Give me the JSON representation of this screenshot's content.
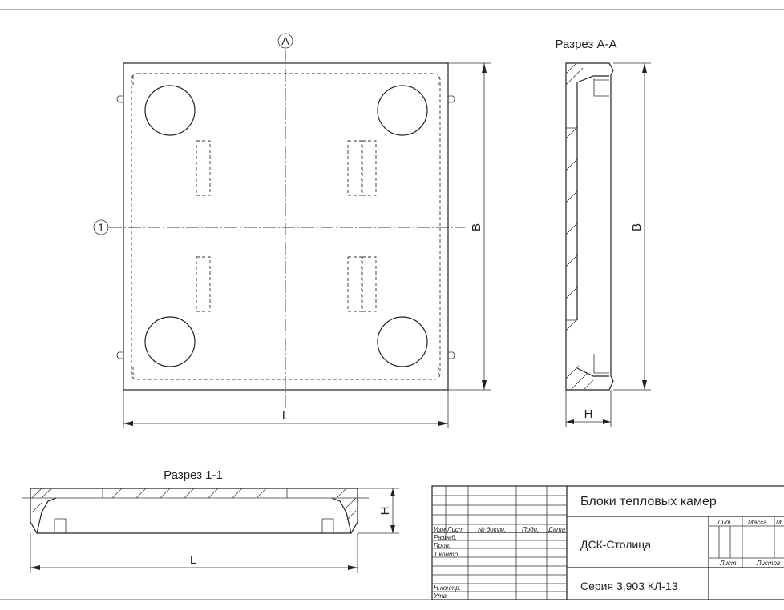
{
  "plan": {
    "axis_a_label": "A",
    "axis_1_label": "1",
    "dim_width_label": "L",
    "dim_height_label": "B"
  },
  "section_aa": {
    "title": "Разрез А-А",
    "dim_height_label": "B",
    "dim_thickness_label": "H"
  },
  "section_11": {
    "title": "Разрез 1-1",
    "dim_length_label": "L",
    "dim_thickness_label": "H"
  },
  "title_block": {
    "title": "Блоки тепловых камер",
    "organization": "ДСК-Столица",
    "series": "Серия 3,903 КЛ-13",
    "col_headers": [
      "Изм",
      "Лист",
      "№ докум.",
      "Подп.",
      "Дата"
    ],
    "row_labels": [
      "Разраб.",
      "Пров.",
      "Т.контр.",
      "Н.контр.",
      "Утв."
    ],
    "lit_label": "Лит.",
    "mass_label": "Масса",
    "scale_label_partial": "М",
    "sheet_label": "Лист",
    "sheets_label": "Листов"
  },
  "colors": {
    "line": "#222222",
    "background": "#ffffff"
  }
}
